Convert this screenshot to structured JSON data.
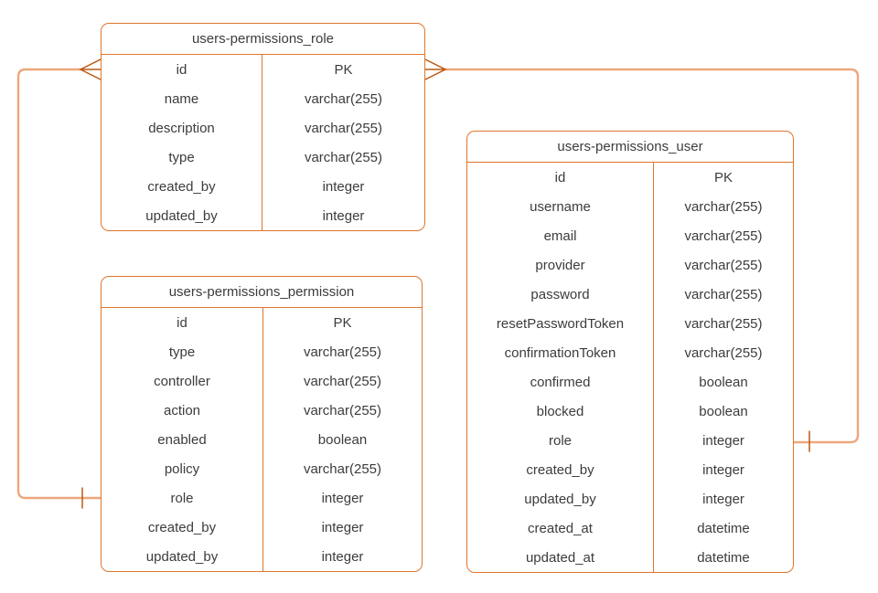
{
  "diagram": {
    "type": "entity-relationship",
    "colors": {
      "background": "#ffffff",
      "table_border": "#e0752c",
      "connector": "#eda77c",
      "marker": "#bc5812",
      "text": "#3c3c3c"
    },
    "tables": [
      {
        "title": "users-permissions_role",
        "fields": [
          {
            "name": "id",
            "type": "PK"
          },
          {
            "name": "name",
            "type": "varchar(255)"
          },
          {
            "name": "description",
            "type": "varchar(255)"
          },
          {
            "name": "type",
            "type": "varchar(255)"
          },
          {
            "name": "created_by",
            "type": "integer"
          },
          {
            "name": "updated_by",
            "type": "integer"
          }
        ]
      },
      {
        "title": "users-permissions_permission",
        "fields": [
          {
            "name": "id",
            "type": "PK"
          },
          {
            "name": "type",
            "type": "varchar(255)"
          },
          {
            "name": "controller",
            "type": "varchar(255)"
          },
          {
            "name": "action",
            "type": "varchar(255)"
          },
          {
            "name": "enabled",
            "type": "boolean"
          },
          {
            "name": "policy",
            "type": "varchar(255)"
          },
          {
            "name": "role",
            "type": "integer"
          },
          {
            "name": "created_by",
            "type": "integer"
          },
          {
            "name": "updated_by",
            "type": "integer"
          }
        ]
      },
      {
        "title": "users-permissions_user",
        "fields": [
          {
            "name": "id",
            "type": "PK"
          },
          {
            "name": "username",
            "type": "varchar(255)"
          },
          {
            "name": "email",
            "type": "varchar(255)"
          },
          {
            "name": "provider",
            "type": "varchar(255)"
          },
          {
            "name": "password",
            "type": "varchar(255)"
          },
          {
            "name": "resetPasswordToken",
            "type": "varchar(255)"
          },
          {
            "name": "confirmationToken",
            "type": "varchar(255)"
          },
          {
            "name": "confirmed",
            "type": "boolean"
          },
          {
            "name": "blocked",
            "type": "boolean"
          },
          {
            "name": "role",
            "type": "integer"
          },
          {
            "name": "created_by",
            "type": "integer"
          },
          {
            "name": "updated_by",
            "type": "integer"
          },
          {
            "name": "created_at",
            "type": "datetime"
          },
          {
            "name": "updated_at",
            "type": "datetime"
          }
        ]
      }
    ],
    "relationships": [
      {
        "from_table": "users-permissions_role",
        "from_field": "id",
        "from_cardinality": "many",
        "to_table": "users-permissions_permission",
        "to_field": "role",
        "to_cardinality": "one"
      },
      {
        "from_table": "users-permissions_role",
        "from_field": "id",
        "from_cardinality": "many",
        "to_table": "users-permissions_user",
        "to_field": "role",
        "to_cardinality": "one"
      }
    ]
  }
}
